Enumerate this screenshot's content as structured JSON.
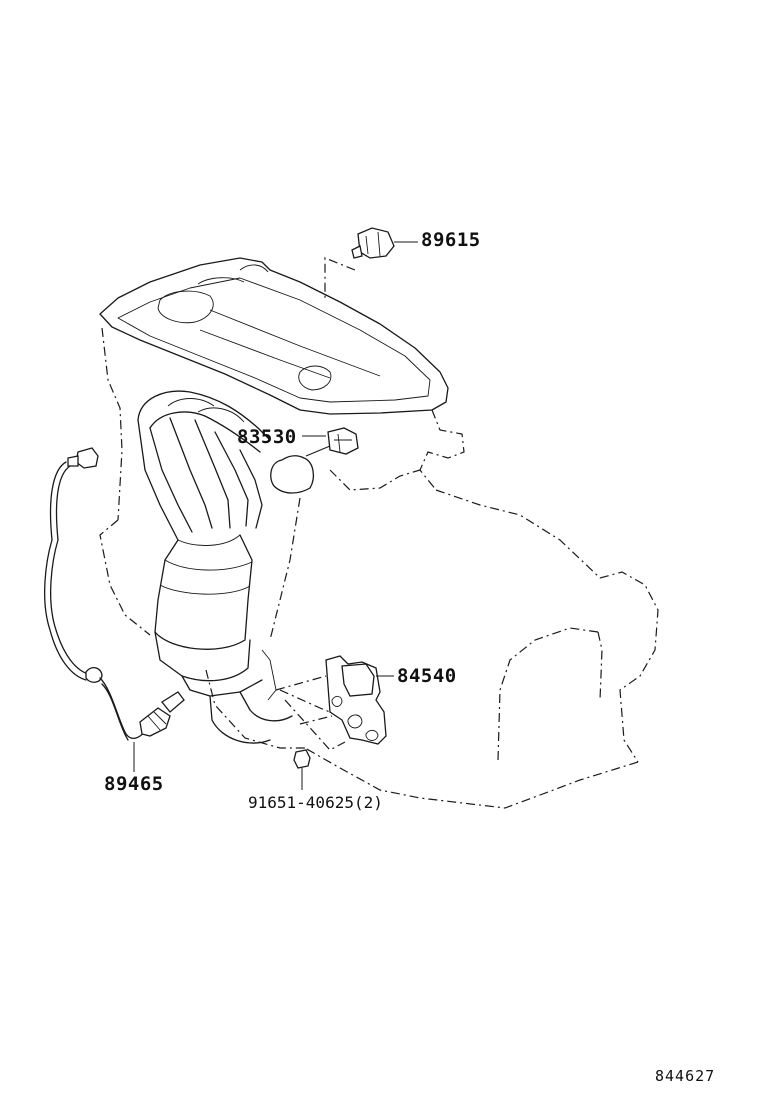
{
  "parts": {
    "knock_sensor": "89615",
    "oil_pressure_switch": "83530",
    "sensor_bracket": "84540",
    "oxygen_sensor": "89465",
    "bolt": "91651-40625(2)"
  },
  "diagram_id": "844627"
}
